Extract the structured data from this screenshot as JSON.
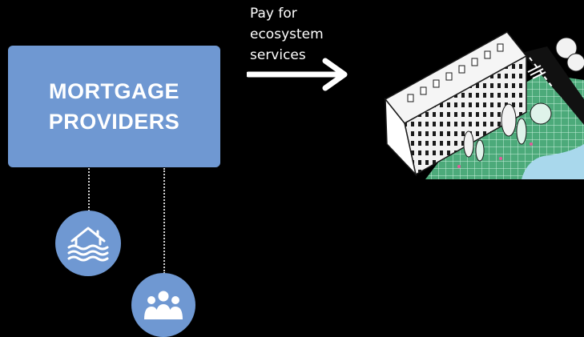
{
  "provider_box": {
    "label": "MORTGAGE\nPROVIDERS"
  },
  "payment": {
    "label": "Pay for\necosystem\nservices"
  },
  "icons": {
    "flood": "flooded-house-icon",
    "people": "community-people-icon",
    "arrow": "arrow-right-icon",
    "illustration": "green-building-illustration"
  },
  "colors": {
    "background": "#000000",
    "box": "#6f98d2",
    "text": "#ffffff",
    "grass": "#4caa7a",
    "water": "#a9d8ec"
  }
}
